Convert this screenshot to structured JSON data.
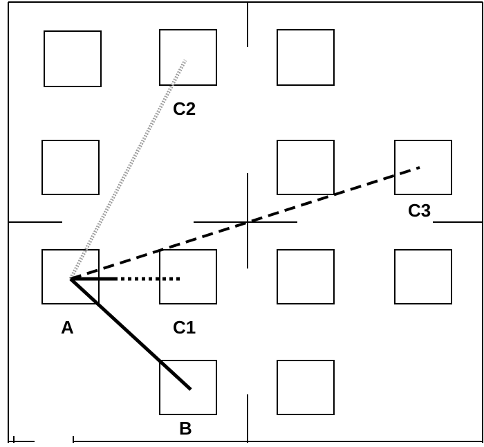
{
  "labels": {
    "a": "A",
    "b": "B",
    "c1": "C1",
    "c2": "C2",
    "c3": "C3"
  },
  "colors": {
    "stroke": "#000000",
    "dotted_gray": "#9a9a9a",
    "background": "#ffffff"
  }
}
